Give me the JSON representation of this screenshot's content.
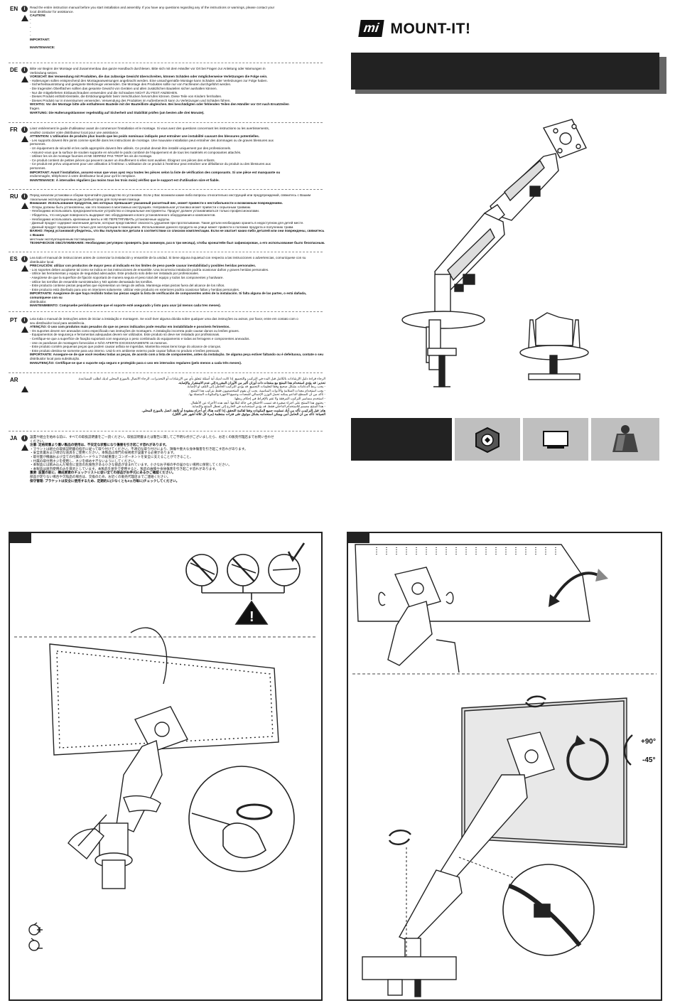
{
  "brand": {
    "logo_mark": "mi",
    "logo_text": "MOUNT-IT!"
  },
  "languages": [
    {
      "code": "EN",
      "lines": [
        "Read the entire instruction manual before you start installation and assembly. If you have any questions regarding any of the instructions or warnings, please contact your",
        "local distributor for assistance.",
        "CAUTION:",
        "-",
        "-",
        "-",
        "-",
        "-",
        "IMPORTANT:",
        "",
        "MAINTENANCE:"
      ]
    },
    {
      "code": "DE",
      "lines": [
        "Bitte vor Beginn der Montage und Zusammenbau das ganze Handbuch durchlesen. Bitte sich mit dem Händler vor Ort bei Fragen zur Anleitung oder Warnungen in",
        "Verbindung setzen.",
        "VORSICHT: Bei Verwendung mit Produkten, die das zulässige Gewicht überschreiten, können Schäden oder möglicherweise Verletzungen die Folge sein.",
        "- Halterungen sollen entsprechend den Montageanweisungen angebracht werden. Eine unsachgemäße Montage kann Schäden oder Verletzungen zur Folge haben.",
        "- Sicherheitsausrüstung und geeignete Werkzeuge verwenden. Die Montage des Produktes sollte nur von Fachleuten durchgeführt werden.",
        "- Die tragenden Oberflächen sollten das gesamte Gewicht von Geräten und allen zusätzlichen Bauteilen sicher aushalten können.",
        "- Nur die mitgelieferten Einbauschrauben verwenden und die Schrauben NICHT ZU FEST ANZIEHEN.",
        "- Dieses Produkt enthält Kleinteile, die Erstickungsgefahr beim Verschlucken hervorrufen können. Diese Teile von Kindern fernhalten.",
        "- Dieses Produkt nur in Innenräumen verwenden. Verwendung des Produktes im Außenbereich kann zu Verletzungen und Schäden führen.",
        "WICHTIG: Vor der Montage bitte alle enthaltenen Bauteile mit der Bauteilliste abgleichen. Bei beschädigten oder fehlenden Teilen den Händler vor Ort nach Ersatzteilen",
        "fragen.",
        "WARTUNG: Die Halterungsklammer regelmäßig auf Sicherheit und Stabilität prüfen (am besten alle drei Monate)."
      ]
    },
    {
      "code": "FR",
      "lines": [
        "Lisez entièrement le guide d'utilisateur avant de commencer l'installation et le montage. Si vous avez des questions concernant les instructions ou les avertissements,",
        "veuillez contacter votre distributeur local pour une assistance.",
        "ATTENTION: L'utilisation de produits plus lourds que les poids nominaux indiqués peut entraîner une instabilité causant des blessures potentielles.",
        "- Les supports doivent être joints comme spécifié dans les instructions de montage. Une mauvaise installation peut entraîner des dommages ou de graves blessures aux",
        "  personnes.",
        "- Un équipement de sécurité et les outils appropriés doivent être utilisés. Ce produit devrait être installé uniquement par des professionnels.",
        "- Assurez-vous que la surface de soutien supporte en sécurité le poids combiné de l'équipement et de tous les matériels et composantes attachés.",
        "- Utilisez les vis de montage fournies et NE SERREZ PAS TROP les vis de montage.",
        "- Ce produit contient de petites pièces qui peuvent causer un étouffement si elles sont avalées. Éloignez ces pièces des enfants.",
        "- Ce produit est prévu uniquement pour une utilisation à l'intérieur. L'utilisation de ce produit à l'extérieur peut entraîner une défaillance du produit ou des blessures aux",
        "  personnes.",
        "IMPORTANT: Avant l'installation, assurez-vous que vous ayez reçu toutes les pièces selon la liste de vérification des composants. Si une pièce est manquante ou",
        "endommagée, téléphonez à votre distributeur local pour qu'il le remplace.",
        "MAINTENANCE: À intervalles réguliers (au moins tous les trois mois) vérifiez que le support est d'utilisation sûre et fiable."
      ]
    },
    {
      "code": "RU",
      "lines": [
        "Перед началом установки и сборки прочитайте руководство по установке. Если у Вас возникли какие-либо вопросы относительно инструкций или предупреждений, свяжитесь с Вашим",
        "локальным эксплуатационным дистрибьютором для получения помощи.",
        "Внимание: Использование продуктов, вес которых превышает указанный расчетный вес, может привести к нестабильности и возможным повреждениям.",
        "- Опоры должны быть установлены, как это показано в монтажных инструкциях. Неправильная установка может привести к серьезным травмам.",
        "- Необходимо использовать предохранительное устройство и специальные инструменты. Продукт должен устанавливаться только профессионалами.",
        "- Убедитесь, что несущая поверхность выдержит вес оборудования и всего установленного оборудования и компонентов.",
        "- Необходимо использовать крепежные винты и НЕ ПЕРЕТЯГИВАТЬ установочные шурупы.",
        "- Данный продукт содержит маленькие детали, которые представляют опасность удушения при проглатывании. Такие детали необходимо хранить в недоступном для детей месте.",
        "- Данный продукт предназначен только для эксплуатации в помещениях. Использование данного продукта на улице может привести к поломке продукта и получению травм.",
        "ВАЖНО: Перед установкой убедитесь, что Вы получили все детали в соответствии со списком комплектации. Если не хватает каких-либо деталей или они повреждены, свяжитесь с Вашим",
        "местным эксплуатационным поставщиком.",
        "ТЕХНИЧЕСКОЕ ОБСЛУЖИВАНИЕ: Необходимо регулярно проверять (как минимум, раз в три месяца), чтобы кронштейн был зафиксирован, а его использование было безопасным."
      ]
    },
    {
      "code": "ES",
      "lines": [
        "Lea todo el manual de instrucciones antes de comenzar la instalación y ensamble de la unidad. Si tiene alguna inquietud con respecto a las instrucciones o advertencias, comuníquese con su",
        "distribuidor local.",
        "PRECAUCIÓN: utilizar con productos de mayor peso al indicado en los límites de peso puede causar inestabilidad y posibles heridas personales.",
        "- Los soportes deben acoplarse tal como se indica en las instrucciones de ensamble. Una incorrecta instalación podría ocasionar daños y graves heridas personales.",
        "- Utilice las herramientas y equipo de seguridad adecuados. Este producto solo debe ser instalado por profesionales.",
        "- Asegúrese de que la superficie de fijación soportará de manera segura el peso total del equipo y todos los componentes y hardware.",
        "- Utilice los tornillos de ensamble suministrados y NO apriete demasiado los tornillos.",
        "- Este producto contiene piezas pequeñas que representan un riesgo de asfixia. Mantenga estas piezas fuera del alcance de los niños.",
        "- Este producto está diseñado para uso en interiores solamente. Utilizar este producto en exteriores podría ocasionar fallas y heridas personales.",
        "IMPORTANTE: Asegúrese de que haya recibido todas las piezas según la lista de verificación de componentes antes de la instalación. Si falta alguna de las partes, o está dañada, comuníquese con su",
        "distribuidor.",
        "MANTENIMIENTO: Compruebe periódicamente que el soporte esté asegurado y listo para usar (al menos cada tres meses)."
      ]
    },
    {
      "code": "PT",
      "lines": [
        "Leia toda o manual de instruções antes de iniciar a instalação e montagem. Se você tiver alguma dúvida sobre qualquer uma das instruções ou avisos, por favor, entre em contato com o",
        "seu distribuidor local para assistência.",
        "ATENÇÃO: O uso com produtos mais pesados do que os pesos indicados pode resultar em instabilidade e possíveis ferimentos.",
        "- Os suportes devem ser anexados como especificado nas instruções de montagem. A instalação incorreta pode causar danos ou lesões graves.",
        "- Equipamentos de segurança e ferramentas adequadas devem ser utilizados. Este produto só deve ser instalado por profissionais.",
        "- Certifique-se que a superfície de fixação suportará com segurança o peso combinado do equipamento e todas as ferragens e componentes anexados.",
        "- Use os parafusos de montagem fornecidos e NÃO APERTE EXCESSIVAMENTE os mesmos.",
        "- Este produto contém pequenas peças que podem causar asfixia se ingeridas. Mantenha essas itens longe do alcance de crianças.",
        "- Este produto destina-se somente para uso interno. Usá-lo em ambiente externo pode causar falhas no produto e lesões pessoais.",
        "IMPORTANTE: Assegure-se de que você recebeu todas as peças, de acordo com a lista de componentes, antes da instalação. Se alguma peça estiver faltando ou é defeituosa, contate o seu",
        "distribuidor local para substituição.",
        "MANUTENÇÃO: Certifique-se que o suporte seja seguro e protegido para o uso em intervalos regulares (pelo menos a cada três meses)."
      ]
    },
    {
      "code": "AR",
      "lines": [
        "الرجاء قراءة دليل الإرشادات بالكامل قبل البدء في التركيب والتجميع. إذا كانت لديك أية أسئلة تتعلق بأي من الإرشادات أو التحذيرات، الرجاء الاتصال بالموزع المحلي لديك لطلب المساعدة.",
        "تحذير: قد يؤدي استخدام هذا المنتج مع منتجات ذات أوزان أكبر من الأوزان المقررة إلى عدم الاستقرار والإصابة.",
        "- يجب ربط الدعامات بشكل صحيح وفقا لتعليمات التجميع. قد يؤدي التركيب الخاطئ إلى التلف أو الإصابة.",
        "- يجب استخدام معدات السلامة والأدوات المناسبة. يجب أن يقوم المتخصصون فقط بتركيب هذا المنتج.",
        "- تأكد من أن السطح الداعم يمكنه تحمل الوزن الإجمالي للمعدات وجميع الأجهزة والمكونات المتصلة بها.",
        "- استخدم مسامير التركيب المرفقة ولا تقم بالإفراط في إحكام ربطها.",
        "- يحتوي هذا المنتج على أجزاء صغيرة قد تسبب الاختناق في حالة ابتلاعها. أبعد هذه الأجزاء عن الأطفال.",
        "- هذا المنتج مصمم للاستخدام الداخلي فقط. قد يؤدي استخدامه في الخارج إلى تعطل المنتج والإصابة.",
        "هام: قبل التركيب، تأكد من أنك تسلمت جميع المكونات وفقا لقائمة التحقق. إذا كانت هناك أي أجزاء مفقودة أو تالفة، اتصل بالموزع المحلي.",
        "الصيانة: تأكد من أن الحامل آمن ويمكن استخدامه بشكل موثوق على فترات منتظمة (مرة كل ثلاثة أشهر على الأقل)."
      ]
    },
    {
      "code": "JA",
      "lines": [
        "設置や組立を始める前に、すべての取扱説明書をご一読ください。取扱説明書または警告に関してご不明な点がございましたら、お近くの販売代理店までお問い合わせ",
        "ください。",
        "注意: 定格荷重より重い製品の使用は、不安定な状態になり傷害を引き起こす恐れがあります。",
        "・マウントは組立の取扱説明書の指示に従って取り付けてください。不適切な取り付けにより、損傷や重大な身体傷害を引き起こす恐れがあります。",
        "・安全装置および適切な道具をご使用ください。本製品は専門の技術者が設置する必要があります。",
        "・取付面が機器および全ての付属のハードウェアの総重量とコンポーネントを安全に支えることができること。",
        "・付属の取付用ネジを使用し、ネジを締めすぎないようにしてください。",
        "・本製品には飲み込んだ場合に窒息の危険性がある小さな部品が含まれています。小さなお子様の手の届かない場所に保管してください。",
        "・本製品は屋内使用のみを目的としています。本製品を屋外で使用すると、製品の故障や身体傷害を引き起こす恐れがあります。",
        "重要: 設置の前に、構成要素のチェックリストに従い全ての部品がお手元にあるかご確認ください。",
        "部品が足りない場合や欠陥品の場合は、交換のため、お近くの販売代理店までご連絡ください。",
        "保守管理: ブラケットは安全に使用するため、定期的に(少なくとも3ヵ月毎に)チェックしてください。"
      ]
    }
  ],
  "colors": {
    "dark": "#222222",
    "panel_grey": "#bfbfbf",
    "feature_dark": "#222222"
  },
  "icons": [
    "info-icon",
    "warning-icon",
    "clockwise-rotate-icon",
    "counterclockwise-rotate-icon",
    "hand-tool-icon",
    "monitor-icon",
    "weight-icon"
  ],
  "diagram": {
    "tilt_up": "+90°",
    "tilt_down": "-45°"
  }
}
